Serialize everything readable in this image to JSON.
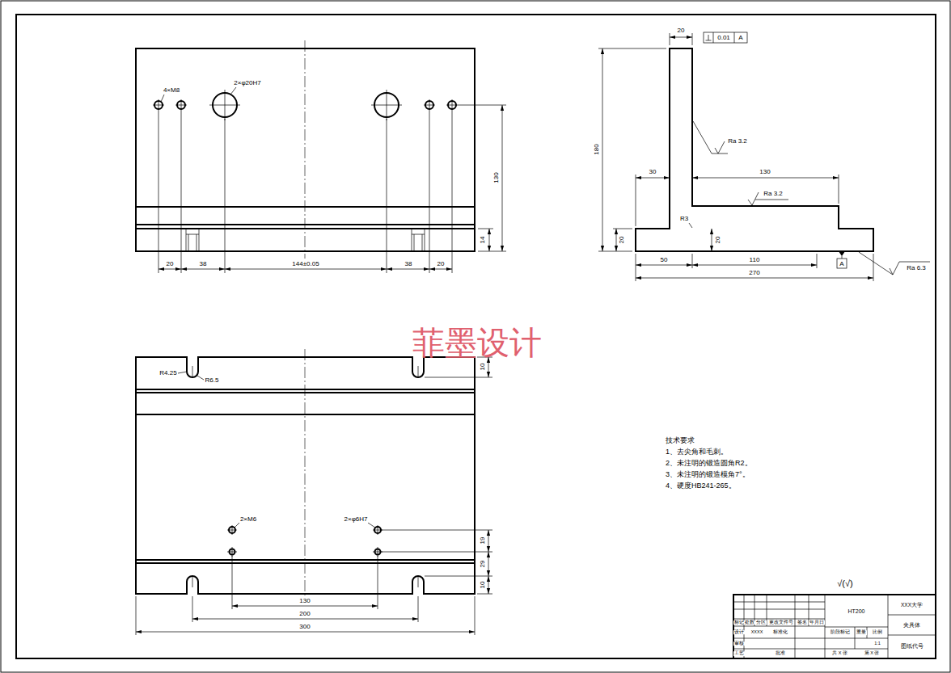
{
  "diagram": {
    "labels": [
      "4×M8",
      "2×φ20H7",
      "130",
      "14",
      "20",
      "38",
      "144±0.05",
      "38",
      "20",
      "R4.25",
      "R6.5",
      "10",
      "2×M6",
      "2×φ6H7",
      "19",
      "29",
      "10",
      "130",
      "200",
      "300",
      "20",
      "0.01",
      "A",
      "180",
      "Ra 3.2",
      "30",
      "130",
      "Ra 3.2",
      "R3",
      "20",
      "20",
      "50",
      "110",
      "270",
      "A",
      "Ra 6.3",
      "菲墨设计",
      "技术要求",
      "1、去尖角和毛刺。",
      "2、未注明的锻造圆角R2。",
      "3、未注明的锻造模角7°。",
      "4、硬度HB241-265。",
      "√(√)",
      "HT200",
      "XXX大学",
      "夹具体",
      "图纸代号",
      "标记",
      "处数",
      "分区",
      "更改文件号",
      "签名",
      "年月日",
      "设计",
      "XXXX",
      "标准化",
      "审核",
      "工艺",
      "批准",
      "阶段标记",
      "重量",
      "比例",
      "1:1",
      "共 X 张",
      "第 X 张"
    ]
  }
}
